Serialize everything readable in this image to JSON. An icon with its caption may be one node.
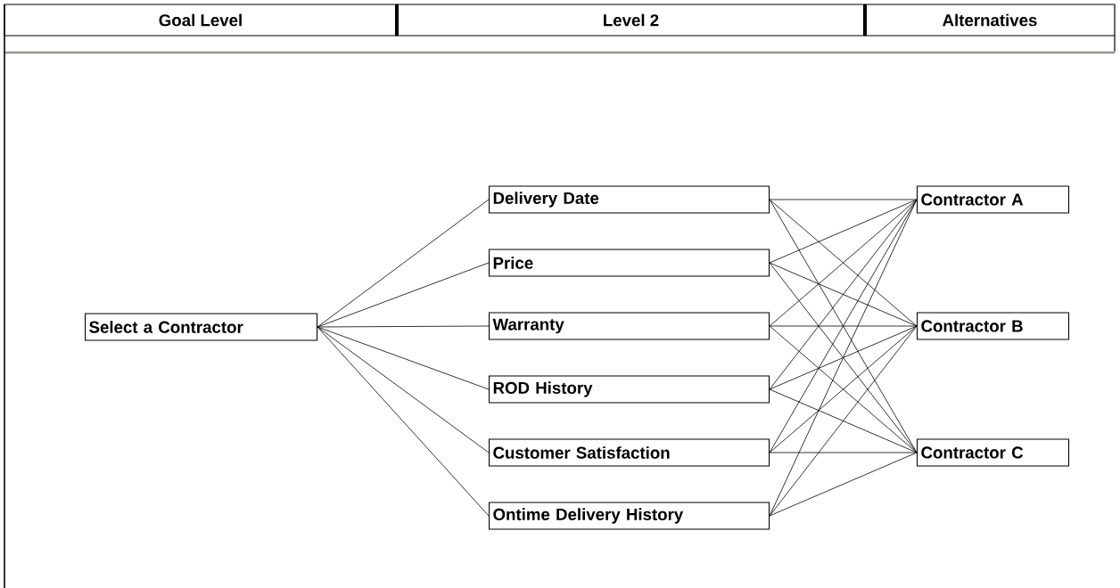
{
  "diagram": {
    "nodes": [
      {
        "text": [
          "Select a Contractor"
        ]
      },
      {
        "text": [
          "Delivery Date"
        ]
      },
      {
        "text": [
          "Price"
        ]
      },
      {
        "text": [
          "Warranty"
        ]
      },
      {
        "text": [
          "ROD History"
        ]
      },
      {
        "text": [
          "Customer Satisfaction"
        ]
      },
      {
        "text": [
          "Ontime Delivery History"
        ]
      },
      {
        "text": [
          "Contractor A"
        ]
      },
      {
        "text": [
          "Contractor B"
        ]
      },
      {
        "text": [
          "Contractor C"
        ]
      }
    ],
    "edges": [
      {
        "from": 0,
        "to": 1,
        "arrow": "none"
      },
      {
        "from": 0,
        "to": 2,
        "arrow": "none"
      },
      {
        "from": 0,
        "to": 3,
        "arrow": "none"
      },
      {
        "from": 0,
        "to": 4,
        "arrow": "none"
      },
      {
        "from": 0,
        "to": 5,
        "arrow": "none"
      },
      {
        "from": 0,
        "to": 6,
        "arrow": "none"
      },
      {
        "from": 1,
        "to": 7,
        "arrow": "none"
      },
      {
        "from": 1,
        "to": 8,
        "arrow": "none"
      },
      {
        "from": 1,
        "to": 9,
        "arrow": "none"
      },
      {
        "from": 2,
        "to": 7,
        "arrow": "none"
      },
      {
        "from": 2,
        "to": 8,
        "arrow": "none"
      },
      {
        "from": 2,
        "to": 9,
        "arrow": "none"
      },
      {
        "from": 3,
        "to": 7,
        "arrow": "none"
      },
      {
        "from": 3,
        "to": 8,
        "arrow": "none"
      },
      {
        "from": 3,
        "to": 9,
        "arrow": "none"
      },
      {
        "from": 4,
        "to": 7,
        "arrow": "none"
      },
      {
        "from": 4,
        "to": 8,
        "arrow": "none"
      },
      {
        "from": 4,
        "to": 9,
        "arrow": "none"
      },
      {
        "from": 5,
        "to": 7,
        "arrow": "none"
      },
      {
        "from": 5,
        "to": 8,
        "arrow": "none"
      },
      {
        "from": 5,
        "to": 9,
        "arrow": "none"
      },
      {
        "from": 6,
        "to": 7,
        "arrow": "none"
      },
      {
        "from": 6,
        "to": 8,
        "arrow": "none"
      },
      {
        "from": 6,
        "to": 9,
        "arrow": "none"
      }
    ],
    "labels": [
      "Goal Level",
      "Level 2",
      "Alternatives"
    ]
  }
}
